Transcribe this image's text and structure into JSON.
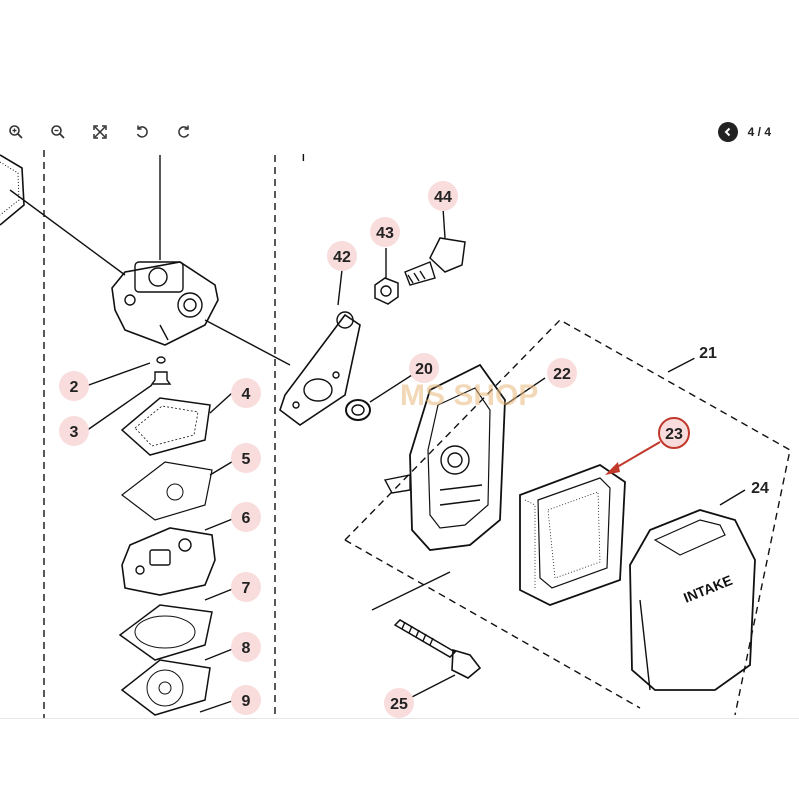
{
  "toolbar": {
    "zoom_in_icon": "zoom-in-icon",
    "zoom_out_icon": "zoom-out-icon",
    "fullscreen_icon": "fullscreen-icon",
    "rotate_left_icon": "rotate-left-icon",
    "rotate_right_icon": "rotate-right-icon"
  },
  "pagination": {
    "prev_icon": "chevron-left-icon",
    "page_indicator": "4 / 4"
  },
  "diagram": {
    "callouts": [
      {
        "id": "2",
        "label": "2"
      },
      {
        "id": "3",
        "label": "3"
      },
      {
        "id": "4",
        "label": "4"
      },
      {
        "id": "5",
        "label": "5"
      },
      {
        "id": "6",
        "label": "6"
      },
      {
        "id": "7",
        "label": "7"
      },
      {
        "id": "8",
        "label": "8"
      },
      {
        "id": "9",
        "label": "9"
      },
      {
        "id": "20",
        "label": "20"
      },
      {
        "id": "21",
        "label": "21"
      },
      {
        "id": "22",
        "label": "22"
      },
      {
        "id": "23",
        "label": "23"
      },
      {
        "id": "24",
        "label": "24"
      },
      {
        "id": "25",
        "label": "25"
      },
      {
        "id": "42",
        "label": "42"
      },
      {
        "id": "43",
        "label": "43"
      },
      {
        "id": "44",
        "label": "44"
      }
    ],
    "intake_text": "INTAKE",
    "mark_top": "I",
    "watermark": "MS SHOP"
  },
  "colors": {
    "callout_bg": "#f9dcdc",
    "highlight_ring": "#c0392b",
    "arrow": "#c0392b",
    "line": "#111111"
  }
}
